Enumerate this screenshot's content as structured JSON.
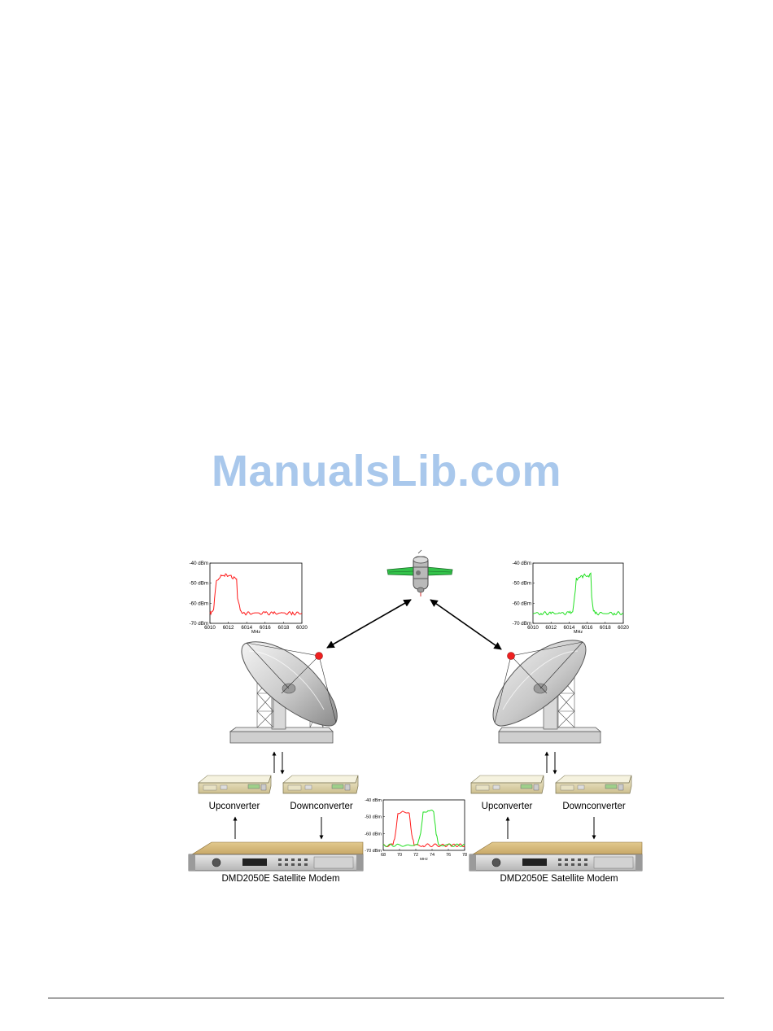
{
  "watermark": "ManualsLib.com",
  "colors": {
    "watermark": "#a9c8ec",
    "signal_left": "#ff1a1a",
    "signal_right": "#22e022",
    "marker": "#ee2020"
  },
  "labels": {
    "left_upconverter": "Upconverter",
    "left_downconverter": "Downconverter",
    "right_upconverter": "Upconverter",
    "right_downconverter": "Downconverter",
    "left_modem": "DMD2050E Satellite Modem",
    "right_modem": "DMD2050E Satellite Modem"
  },
  "icons": [
    "satellite-icon",
    "satellite-dish-icon",
    "upconverter-unit-icon",
    "downconverter-unit-icon",
    "satellite-modem-icon"
  ],
  "chart_data": [
    {
      "type": "line",
      "y_ticks": [
        "-40 dBm",
        "-50 dBm",
        "-60 dBm",
        "-70 dBm"
      ],
      "x_ticks": [
        "6010",
        "6012",
        "6014",
        "6016",
        "6018",
        "6020"
      ],
      "xlabel": "MHz",
      "xlim": [
        6010,
        6020
      ],
      "ylim": [
        -70,
        -40
      ],
      "series": [
        {
          "color": "#ff1a1a",
          "x": [
            6010,
            6010.1,
            6010.4,
            6010.5,
            6010.7,
            6011.0,
            6011.5,
            6012.0,
            6012.5,
            6012.9,
            6013.0,
            6013.3,
            6013.5,
            6014,
            6015,
            6016,
            6017,
            6018,
            6019,
            6020
          ],
          "y": [
            -65,
            -65,
            -64,
            -57,
            -49,
            -47,
            -46,
            -46,
            -47,
            -48,
            -57,
            -64,
            -65,
            -65,
            -65,
            -65,
            -65,
            -65,
            -65,
            -65
          ]
        }
      ]
    },
    {
      "type": "line",
      "y_ticks": [
        "-40 dBm",
        "-50 dBm",
        "-60 dBm",
        "-70 dBm"
      ],
      "x_ticks": [
        "6010",
        "6012",
        "6014",
        "6016",
        "6018",
        "6020"
      ],
      "xlabel": "MHz",
      "xlim": [
        6010,
        6020
      ],
      "ylim": [
        -70,
        -40
      ],
      "series": [
        {
          "color": "#22e022",
          "x": [
            6010,
            6011,
            6012,
            6013,
            6014,
            6014.4,
            6014.6,
            6014.8,
            6015.2,
            6015.7,
            6016.0,
            6016.4,
            6016.5,
            6016.7,
            6017,
            6018,
            6019,
            6020
          ],
          "y": [
            -65,
            -65,
            -65,
            -65,
            -65,
            -64,
            -57,
            -48,
            -47,
            -46,
            -47,
            -45,
            -57,
            -64,
            -65,
            -65,
            -65,
            -65
          ]
        }
      ]
    },
    {
      "type": "line",
      "y_ticks": [
        "-40 dBm",
        "-50 dBm",
        "-60 dBm",
        "-70 dBm"
      ],
      "x_ticks": [
        "68",
        "70",
        "72",
        "74",
        "76",
        "78"
      ],
      "xlabel": "MHz",
      "xlim": [
        68,
        78
      ],
      "ylim": [
        -70,
        -40
      ],
      "series": [
        {
          "color": "#ff1a1a",
          "x": [
            68,
            69.2,
            69.5,
            69.8,
            70.5,
            71.2,
            71.5,
            71.8,
            73,
            75,
            76.5,
            78
          ],
          "y": [
            -67,
            -67,
            -60,
            -48,
            -47,
            -48,
            -60,
            -67,
            -67,
            -67,
            -67,
            -67
          ]
        },
        {
          "color": "#22e022",
          "x": [
            68,
            70,
            72.2,
            72.6,
            72.9,
            73.5,
            74.2,
            74.5,
            74.8,
            76,
            78
          ],
          "y": [
            -67,
            -67,
            -67,
            -60,
            -48,
            -46,
            -47,
            -60,
            -67,
            -67,
            -67
          ]
        }
      ]
    }
  ]
}
